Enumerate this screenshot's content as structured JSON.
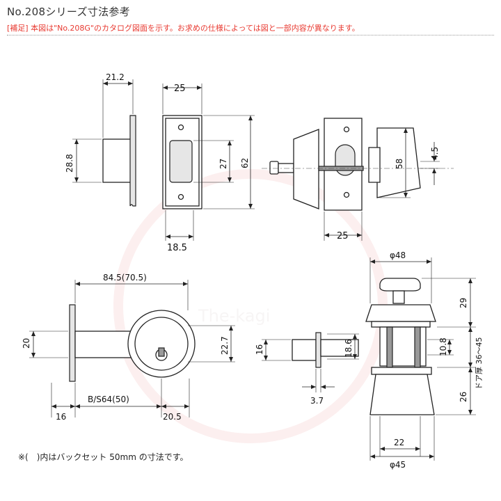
{
  "header": {
    "title": "No.208シリーズ寸法参考",
    "note_tag": "[補足]",
    "note_text": "本図は\"No.208G\"のカタログ図面を示す。お求めの仕様によっては図と一部内容が異なります。"
  },
  "watermark": "The-kagi",
  "dimensions": {
    "bolt_width": "21.2",
    "bolt_height": "28.8",
    "plate_width": "25",
    "plate_slot": "27",
    "plate_height": "62",
    "plate_bottom": "18.5",
    "side_width": "25",
    "side_height": "58",
    "side_offset": "4.5",
    "backset": "84.5(70.5)",
    "face_height": "20",
    "cyl_height": "22.7",
    "bs_label": "B/S64(50)",
    "left_16": "16",
    "right_20_5": "20.5",
    "phi48": "φ48",
    "dim29": "29",
    "door_thickness": "ドア厚 36～45",
    "latch16": "16",
    "latch18_6": "18.6",
    "dim10_8": "10.8",
    "dim3_7": "3.7",
    "dim26": "26",
    "dim22": "22",
    "phi45": "φ45"
  },
  "footnote": "※(　)内はバックセット 50mm の寸法です。"
}
